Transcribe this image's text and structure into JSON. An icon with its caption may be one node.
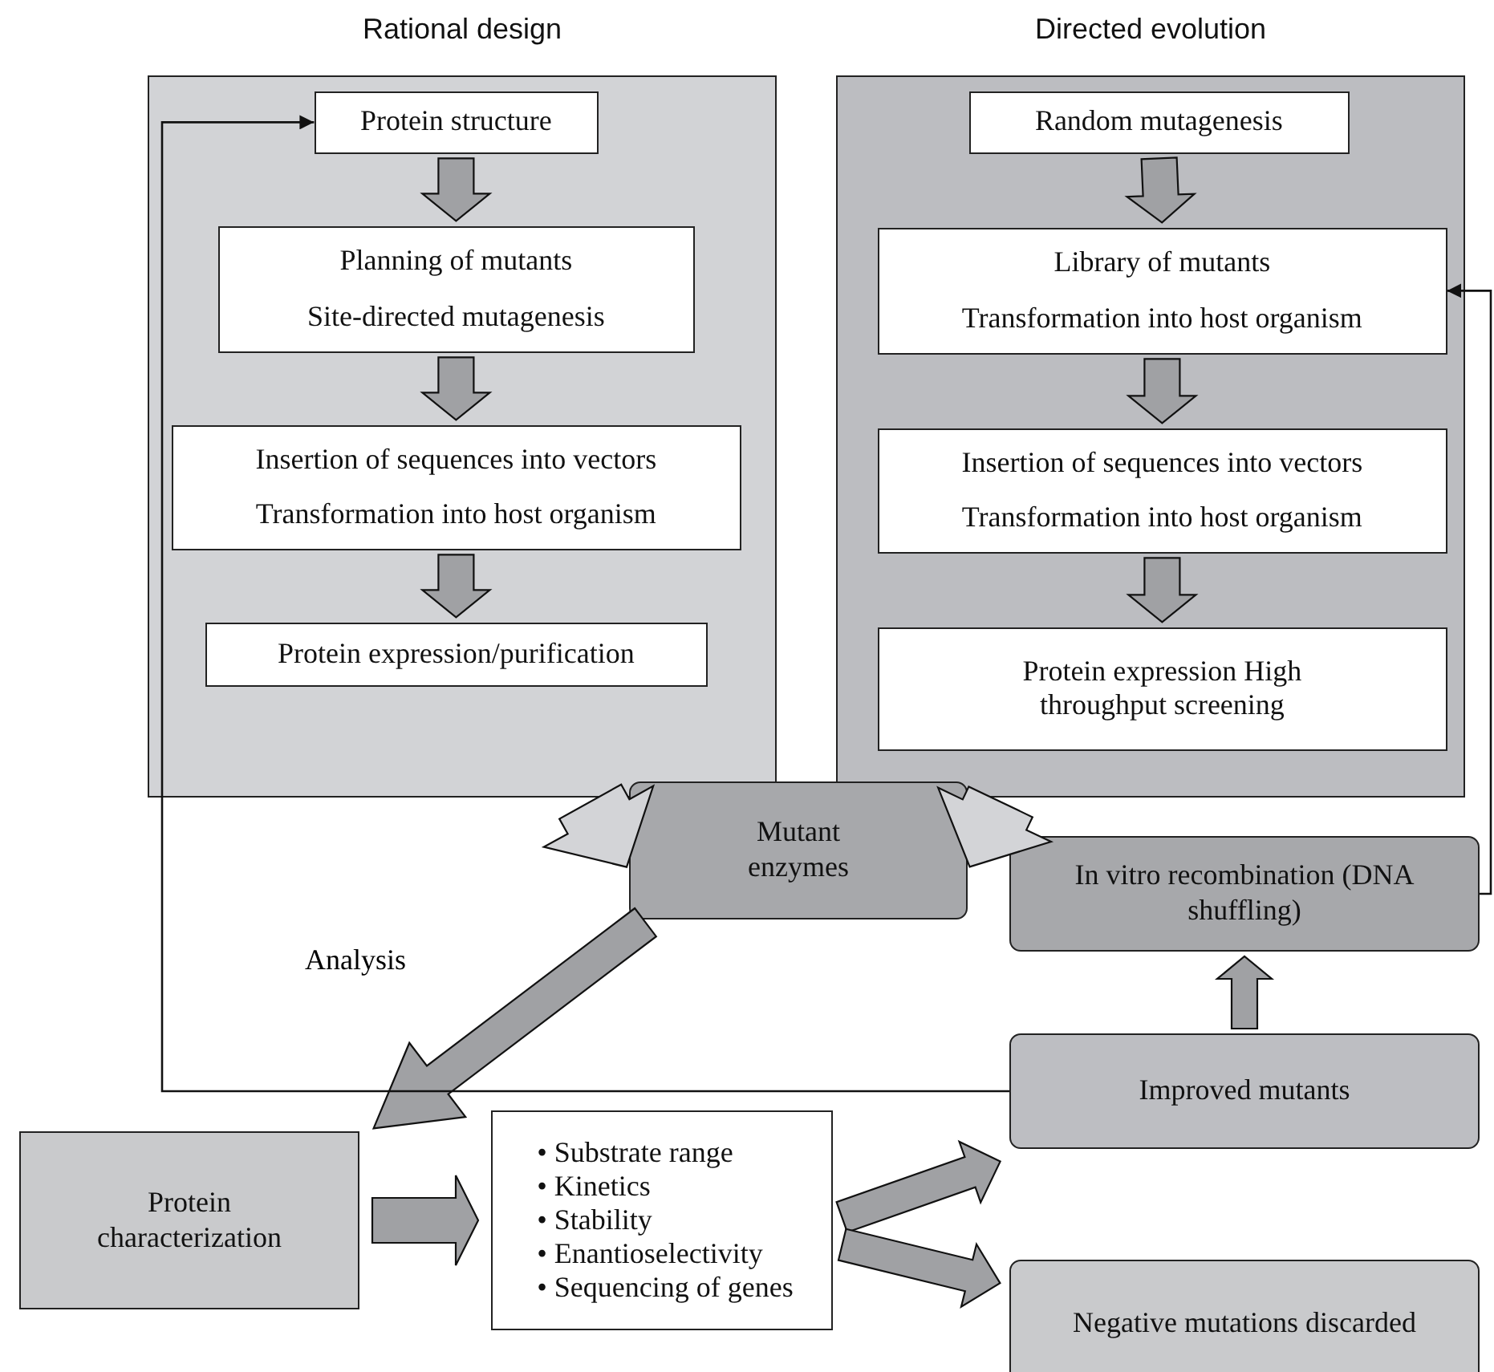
{
  "diagram": {
    "nodes": [
      {
        "text": [
          "Rational design"
        ]
      },
      {
        "text": [
          "Protein structure"
        ],
        "in": 0
      },
      {
        "text": [
          "Planning of mutants",
          "Site-directed mutagenesis"
        ],
        "in": 0
      },
      {
        "text": [
          "Insertion of sequences into vectors",
          "Transformation into host organism"
        ],
        "in": 0
      },
      {
        "text": [
          "Protein expression/purification"
        ],
        "in": 0
      },
      {
        "text": [
          "Directed evolution"
        ]
      },
      {
        "text": [
          "Random mutagenesis"
        ],
        "in": 5
      },
      {
        "text": [
          "Library of mutants",
          "Transformation into host organism"
        ],
        "in": 5
      },
      {
        "text": [
          "Insertion of sequences into vectors",
          "Transformation into host organism"
        ],
        "in": 5
      },
      {
        "text": [
          "Protein expression High throughput screening"
        ],
        "in": 5
      },
      {
        "text": [
          "Mutant enzymes"
        ]
      },
      {
        "text": [
          "In vitro recombination (DNA shuffling)"
        ]
      },
      {
        "text": [
          "Improved mutants"
        ]
      },
      {
        "text": [
          "Protein characterization"
        ]
      },
      {
        "text": [
          "• Substrate range",
          "• Kinetics",
          "• Stability",
          "• Enantioselectivity",
          "• Sequencing of genes"
        ]
      },
      {
        "text": [
          "Negative mutations discarded"
        ]
      }
    ],
    "edges": [
      {
        "from": 1,
        "to": 2,
        "arrow": "to"
      },
      {
        "from": 2,
        "to": 3,
        "arrow": "to"
      },
      {
        "from": 3,
        "to": 4,
        "arrow": "to"
      },
      {
        "from": 6,
        "to": 7,
        "arrow": "to"
      },
      {
        "from": 7,
        "to": 8,
        "arrow": "to"
      },
      {
        "from": 8,
        "to": 9,
        "arrow": "to"
      },
      {
        "from": 0,
        "to": 10,
        "arrow": "to"
      },
      {
        "from": 5,
        "to": 10,
        "arrow": "to"
      },
      {
        "from": 10,
        "to": 13,
        "arrow": "to",
        "label": "Analysis"
      },
      {
        "from": 13,
        "to": 14,
        "arrow": "to"
      },
      {
        "from": 14,
        "to": 12,
        "arrow": "to"
      },
      {
        "from": 14,
        "to": 15,
        "arrow": "to"
      },
      {
        "from": 12,
        "to": 11,
        "arrow": "to"
      },
      {
        "from": 12,
        "to": 1,
        "arrow": "to"
      },
      {
        "from": 11,
        "to": 7,
        "arrow": "to"
      }
    ]
  }
}
